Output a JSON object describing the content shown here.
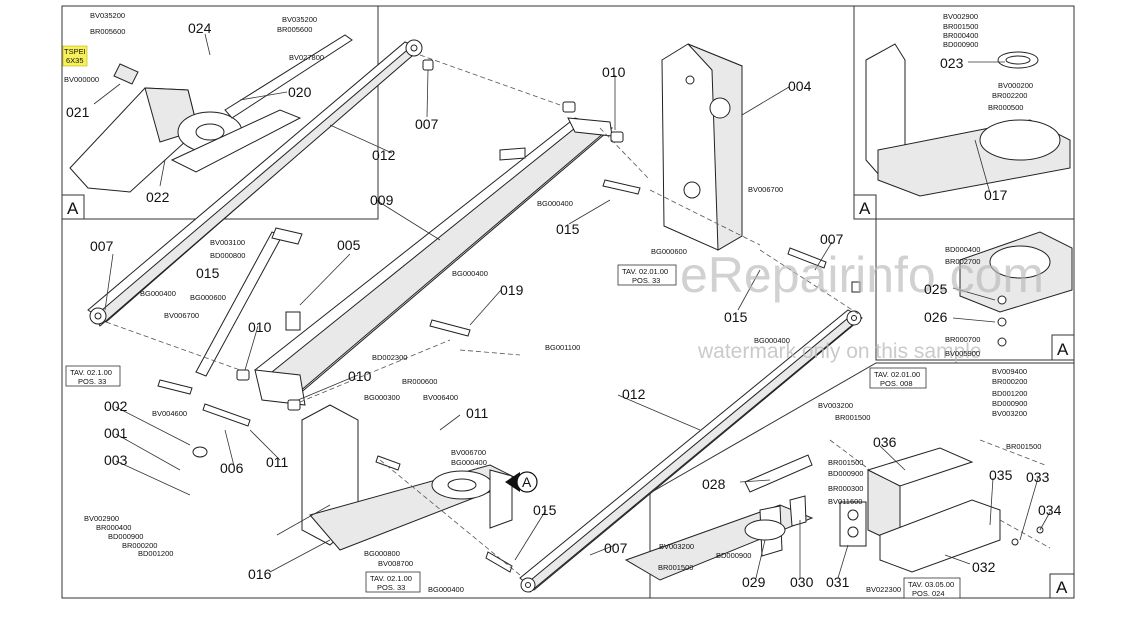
{
  "watermark": {
    "main": "eRepairinfo.com",
    "sub": "watermark only on this sample"
  },
  "highlight": {
    "line1": "TSPEI",
    "line2": "6X35"
  },
  "callouts": {
    "c007a": "007",
    "c010a": "010",
    "c004": "004",
    "c012a": "012",
    "c009": "009",
    "c015a": "015",
    "c015b": "015",
    "c019": "019",
    "c005": "005",
    "c010b": "010",
    "c010c": "010",
    "c007c": "007",
    "c007b": "007",
    "c002": "002",
    "c001": "001",
    "c003": "003",
    "c006": "006",
    "c011a": "011",
    "c011b": "011",
    "c012b": "012",
    "c016": "016",
    "c015c": "015",
    "c015d": "015",
    "c007d": "007",
    "c036": "036",
    "c028": "028",
    "c029": "029",
    "c030": "030",
    "c031": "031",
    "c035": "035",
    "c033": "033",
    "c034": "034",
    "c032": "032",
    "c024": "024",
    "c021": "021",
    "c020": "020",
    "c022": "022",
    "c023": "023",
    "c017": "017",
    "c025": "025",
    "c026": "026",
    "cA_main": "A"
  },
  "codes": {
    "k1": "BV035200",
    "k2": "BR005600",
    "k3": "BV035200",
    "k4": "BR005600",
    "k5": "BV027800",
    "k6": "BV000000",
    "k7": "BG000400",
    "k8": "BV006700",
    "k9": "BG000600",
    "k10": "BG000400",
    "k11": "BG001100",
    "k12": "BD002300",
    "k13": "BR000600",
    "k14": "BV006400",
    "k15": "BV003100",
    "k16": "BD000800",
    "k17": "BG000400",
    "k18": "BG000600",
    "k19": "BV006700",
    "k20": "BV004600",
    "k21": "BG000300",
    "k22": "BV006700",
    "k23": "BG000400",
    "k24": "BV002900",
    "k25": "BR000400",
    "k26": "BD000900",
    "k27": "BR000200",
    "k28": "BD001200",
    "k29": "BG000800",
    "k30": "BV008700",
    "k31": "BG000400",
    "k32": "BG000400",
    "k33": "BV003200",
    "k34": "BR001500",
    "k35": "BR001500",
    "k36": "BD000900",
    "k37": "BR000300",
    "k38": "BV011600",
    "k39": "BV003200",
    "k40": "BD000900",
    "k41": "BR001500",
    "k42": "BV022300",
    "k43": "BV009400",
    "k44": "BR000200",
    "k45": "BD001200",
    "k46": "BD000900",
    "k47": "BV003200",
    "k48": "BR001500",
    "k49": "BV002900",
    "k50": "BR001500",
    "k51": "BR000400",
    "k52": "BD000900",
    "k53": "BV000200",
    "k54": "BR002200",
    "k55": "BR000500",
    "k56": "BD000400",
    "k57": "BR002700",
    "k58": "BR000700",
    "k59": "BV005900"
  },
  "tav": {
    "t1a": "TAV. 02.01.00",
    "t1b": "POS. 33",
    "t2a": "TAV. 02.1.00",
    "t2b": "POS. 33",
    "t3a": "TAV. 02.1.00",
    "t3b": "POS. 33",
    "t4a": "TAV. 02.01.00",
    "t4b": "POS. 008",
    "t5a": "TAV. 03.05.00",
    "t5b": "POS. 024"
  },
  "insets": {
    "a1": "A",
    "a2": "A",
    "a3": "A",
    "a4": "A"
  }
}
